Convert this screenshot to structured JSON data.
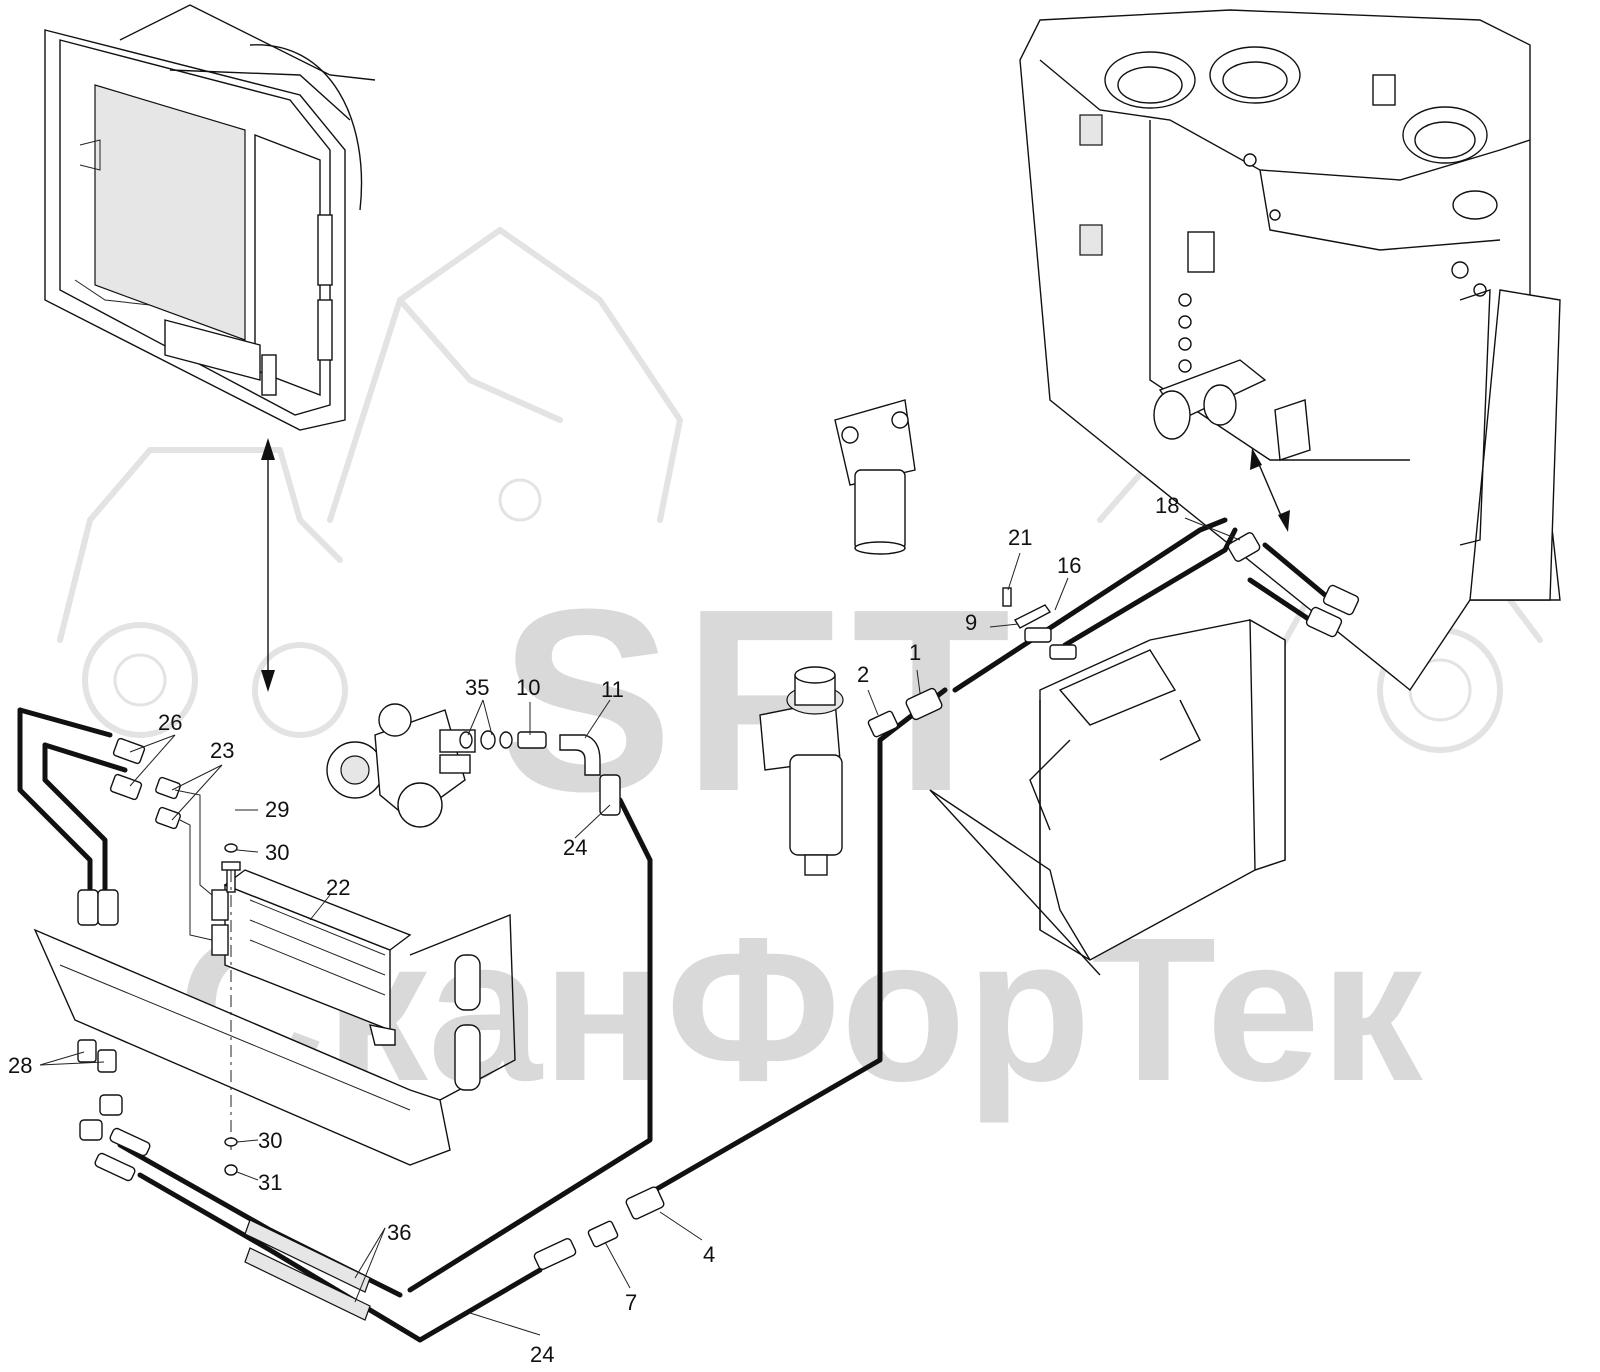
{
  "watermark": {
    "logo": "SFT",
    "brand": "СканФорТек"
  },
  "callouts": [
    {
      "id": "c1",
      "text": "1"
    },
    {
      "id": "c2",
      "text": "2"
    },
    {
      "id": "c4",
      "text": "4"
    },
    {
      "id": "c7",
      "text": "7"
    },
    {
      "id": "c9",
      "text": "9"
    },
    {
      "id": "c10",
      "text": "10"
    },
    {
      "id": "c11",
      "text": "11"
    },
    {
      "id": "c16",
      "text": "16"
    },
    {
      "id": "c18",
      "text": "18"
    },
    {
      "id": "c21",
      "text": "21"
    },
    {
      "id": "c22",
      "text": "22"
    },
    {
      "id": "c23",
      "text": "23"
    },
    {
      "id": "c24a",
      "text": "24"
    },
    {
      "id": "c24b",
      "text": "24"
    },
    {
      "id": "c26",
      "text": "26"
    },
    {
      "id": "c28",
      "text": "28"
    },
    {
      "id": "c29",
      "text": "29"
    },
    {
      "id": "c30a",
      "text": "30"
    },
    {
      "id": "c30b",
      "text": "30"
    },
    {
      "id": "c31",
      "text": "31"
    },
    {
      "id": "c35",
      "text": "35"
    },
    {
      "id": "c36",
      "text": "36"
    }
  ]
}
